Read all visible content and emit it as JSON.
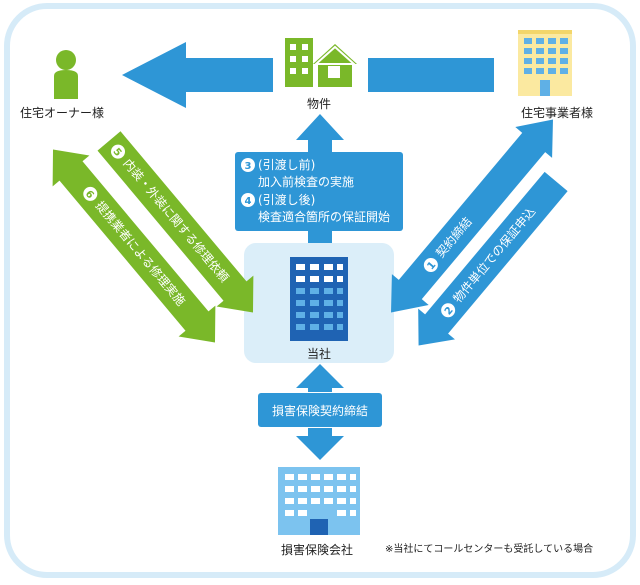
{
  "labels": {
    "owner": "住宅オーナー様",
    "property": "物件",
    "builder": "住宅事業者様",
    "company": "当社",
    "insurer": "損害保険会社"
  },
  "steps": {
    "step3_line1": "(引渡し前)",
    "step3_line2": "加入前検査の実施",
    "step4_line1": "(引渡し後)",
    "step4_line2": "検査適合箇所の保証開始",
    "step1": "契約締結",
    "step2": "物件単位での保証申込",
    "step5": "内装・外装に関する修理依頼",
    "step6": "提携業者による修理実施",
    "insurance_contract": "損害保険契約締結"
  },
  "step_numbers": {
    "n1": "1",
    "n2": "2",
    "n3": "3",
    "n4": "4",
    "n5": "5",
    "n6": "6"
  },
  "note": "※当社にてコールセンターも受託している場合",
  "colors": {
    "blue": "#2e96d6",
    "green": "#7ab829",
    "light_blue_bg": "#dbeef9",
    "frame": "#d6ebf8",
    "building_dark": "#1f63b3",
    "building_light": "#5fb0e6",
    "building_yellow": "#fbe9a0"
  },
  "icons": [
    "person-icon",
    "house-icon",
    "apartment-icon",
    "office-building-icon",
    "insurance-building-icon"
  ]
}
